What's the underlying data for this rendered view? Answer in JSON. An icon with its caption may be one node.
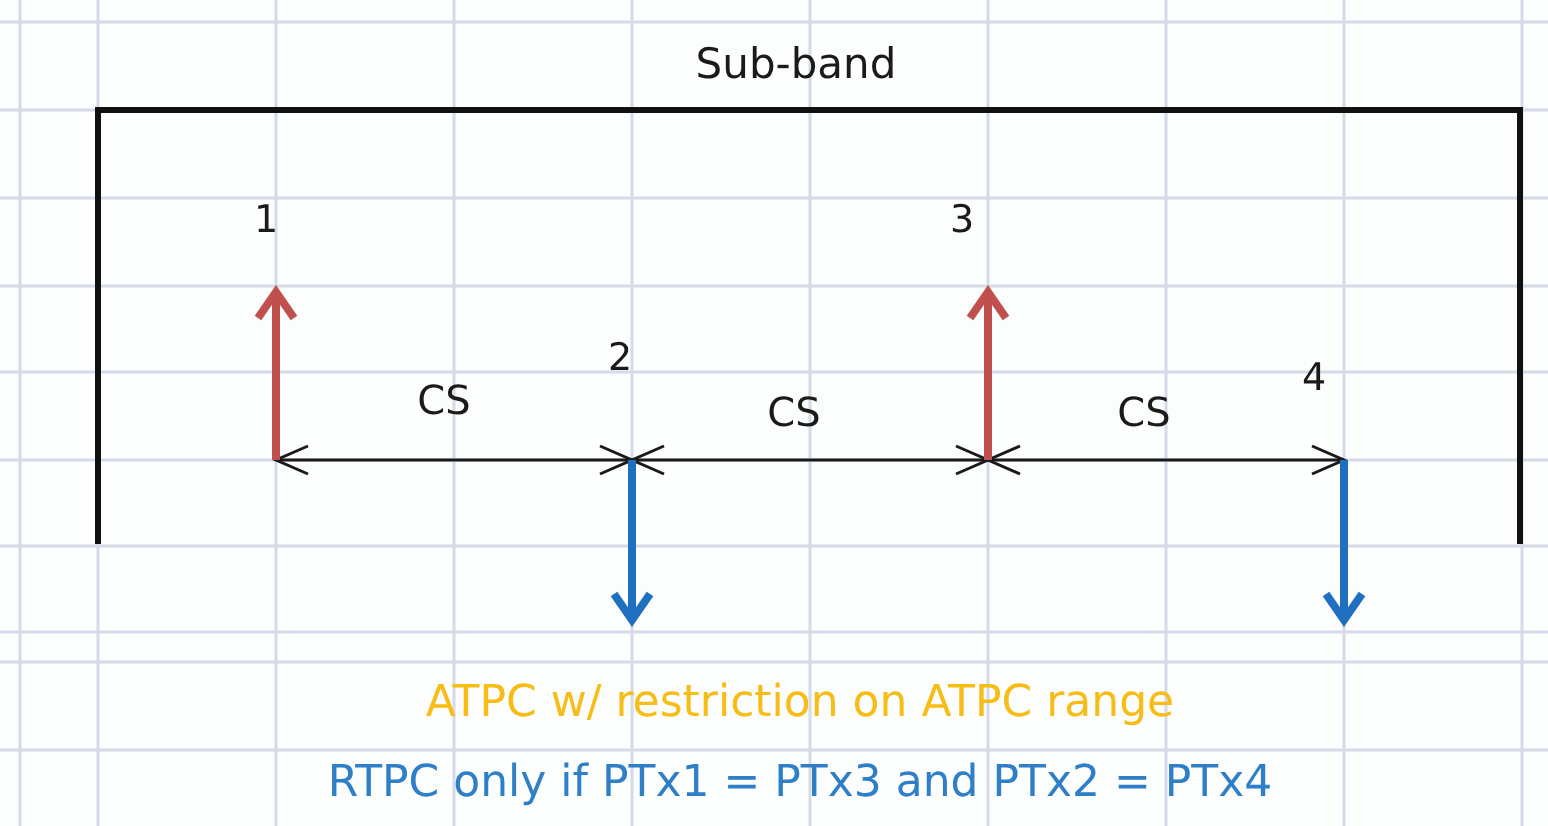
{
  "diagram": {
    "labels": [
      "Sub-band",
      "1",
      "3",
      "2",
      "CS",
      "CS",
      "CS",
      "4",
      "ATPC w/ restriction on ATPC range",
      "RTPC only if PTx1 = PTx3 and PTx2 = PTx4"
    ]
  }
}
